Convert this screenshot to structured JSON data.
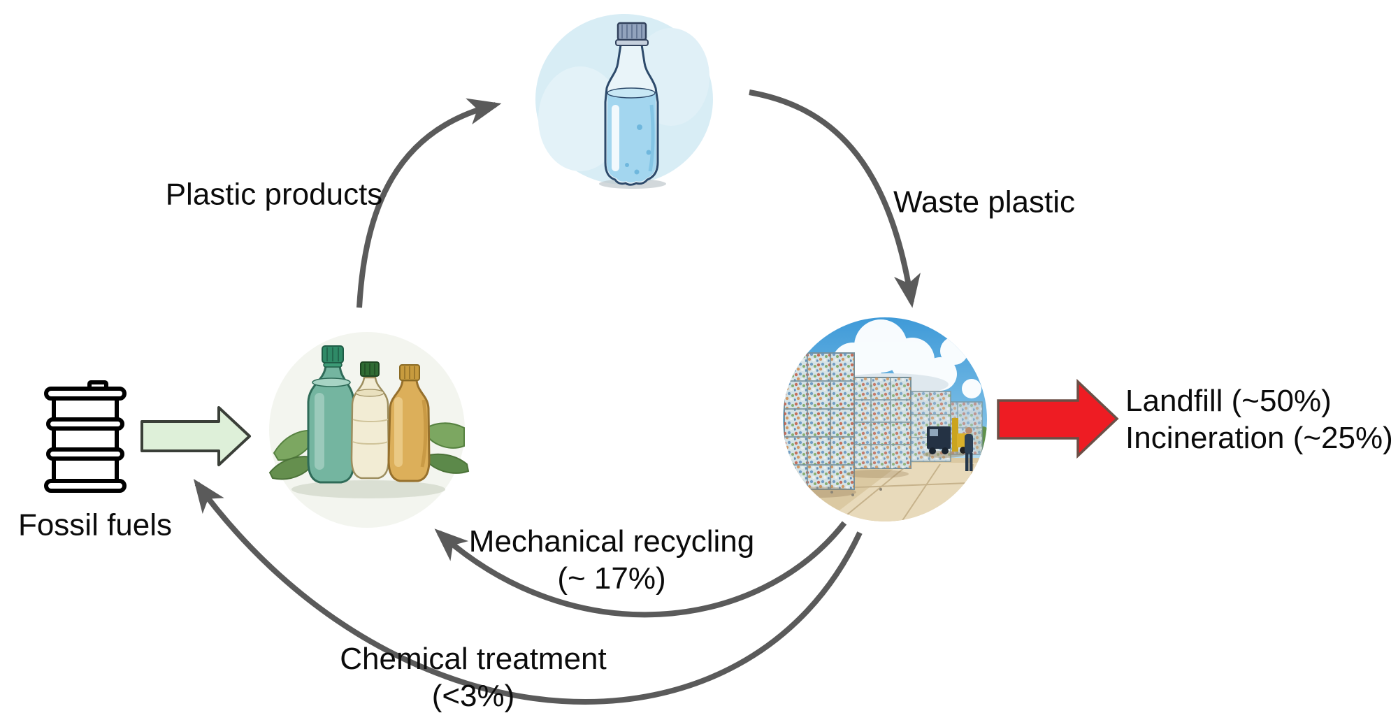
{
  "labels": {
    "fossil_fuels": "Fossil fuels",
    "plastic_products": "Plastic products",
    "waste_plastic": "Waste plastic",
    "mechanical_recycling": "Mechanical recycling",
    "mechanical_recycling_rate": "(~ 17%)",
    "chemical_treatment": "Chemical treatment",
    "chemical_treatment_rate": "(<3%)",
    "landfill": "Landfill (~50%)",
    "incineration": "Incineration (~25%)"
  },
  "icons": {
    "oil_barrel": "oil-barrel-icon",
    "water_bottle": "water-bottle-illustration",
    "bottles_trio": "plastic-bottles-illustration",
    "waste_bales": "plastic-waste-bales-photo"
  },
  "colors": {
    "background": "#ffffff",
    "text": "#0b0b0b",
    "flow_arrow_gray": "#5a5a5a",
    "production_arrow_fill": "#def0d9",
    "production_arrow_stroke": "#3a3f38",
    "disposal_arrow_fill": "#ee1c23",
    "disposal_arrow_stroke": "#6b4f46",
    "bottle_blob_blue": "#d8edf5"
  }
}
